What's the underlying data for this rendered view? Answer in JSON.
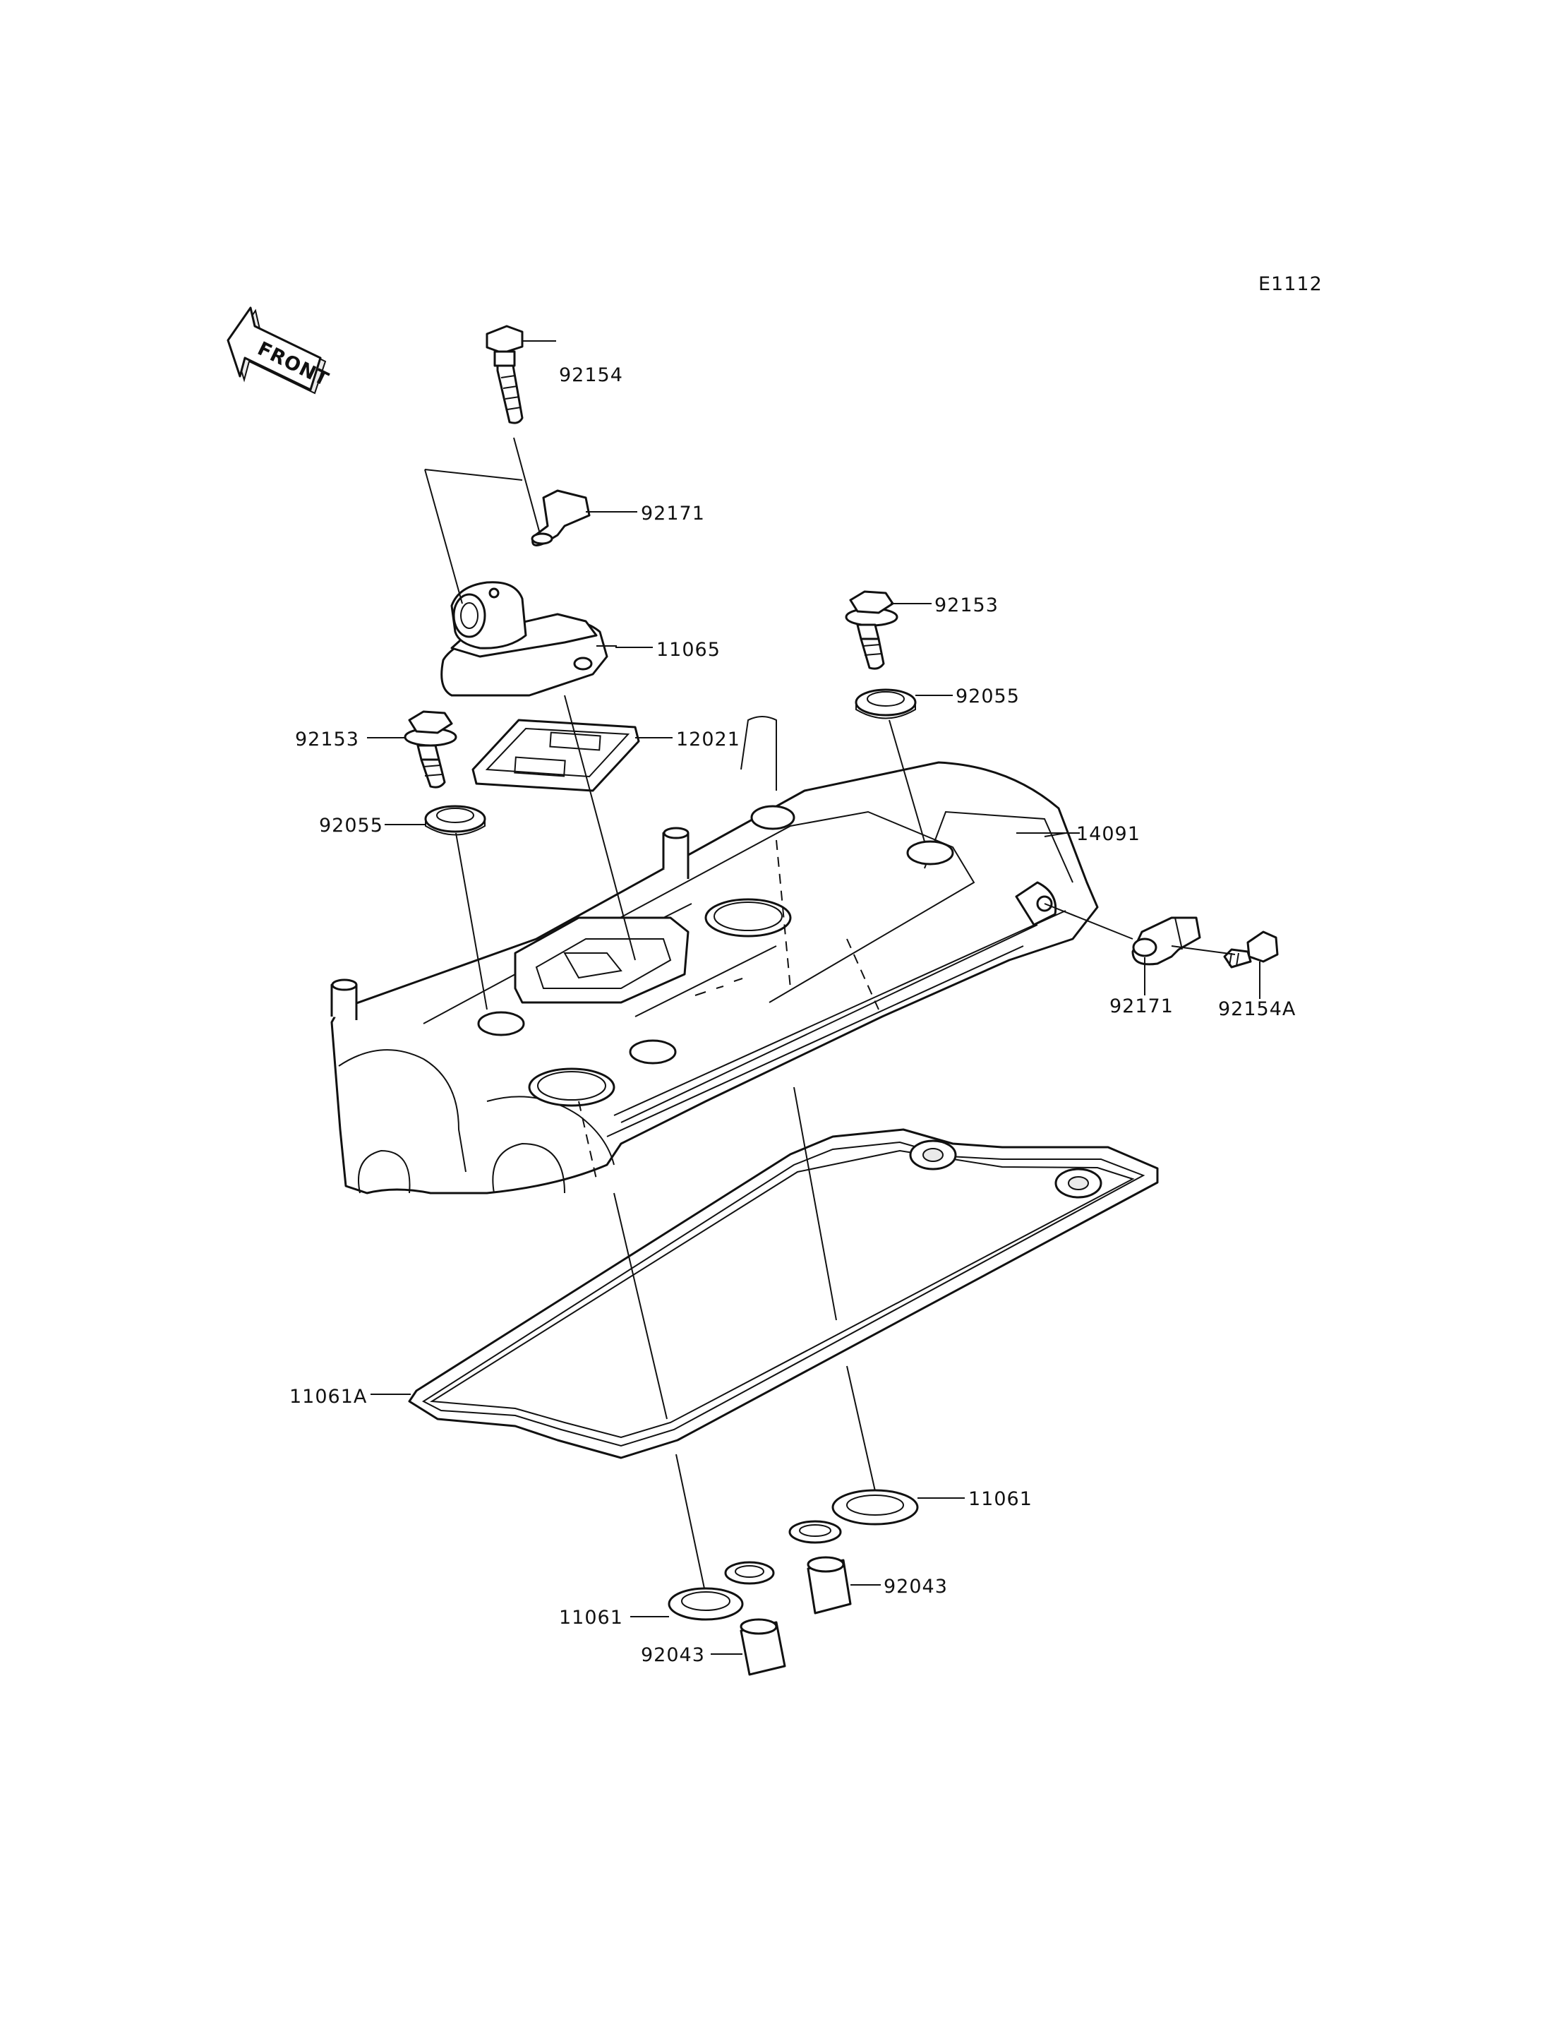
{
  "diagram_code": "E1112",
  "front_arrow_text": "FRONT",
  "labels": {
    "p92154": "92154",
    "p92171_top": "92171",
    "p11065": "11065",
    "p92153_right": "92153",
    "p92055_right": "92055",
    "p92153_left": "92153",
    "p12021": "12021",
    "p92055_left": "92055",
    "p14091": "14091",
    "p92171_right": "92171",
    "p92154A": "92154A",
    "p11061A": "11061A",
    "p11061_right": "11061",
    "p92043_right": "92043",
    "p11061_left": "11061",
    "p92043_left": "92043"
  }
}
